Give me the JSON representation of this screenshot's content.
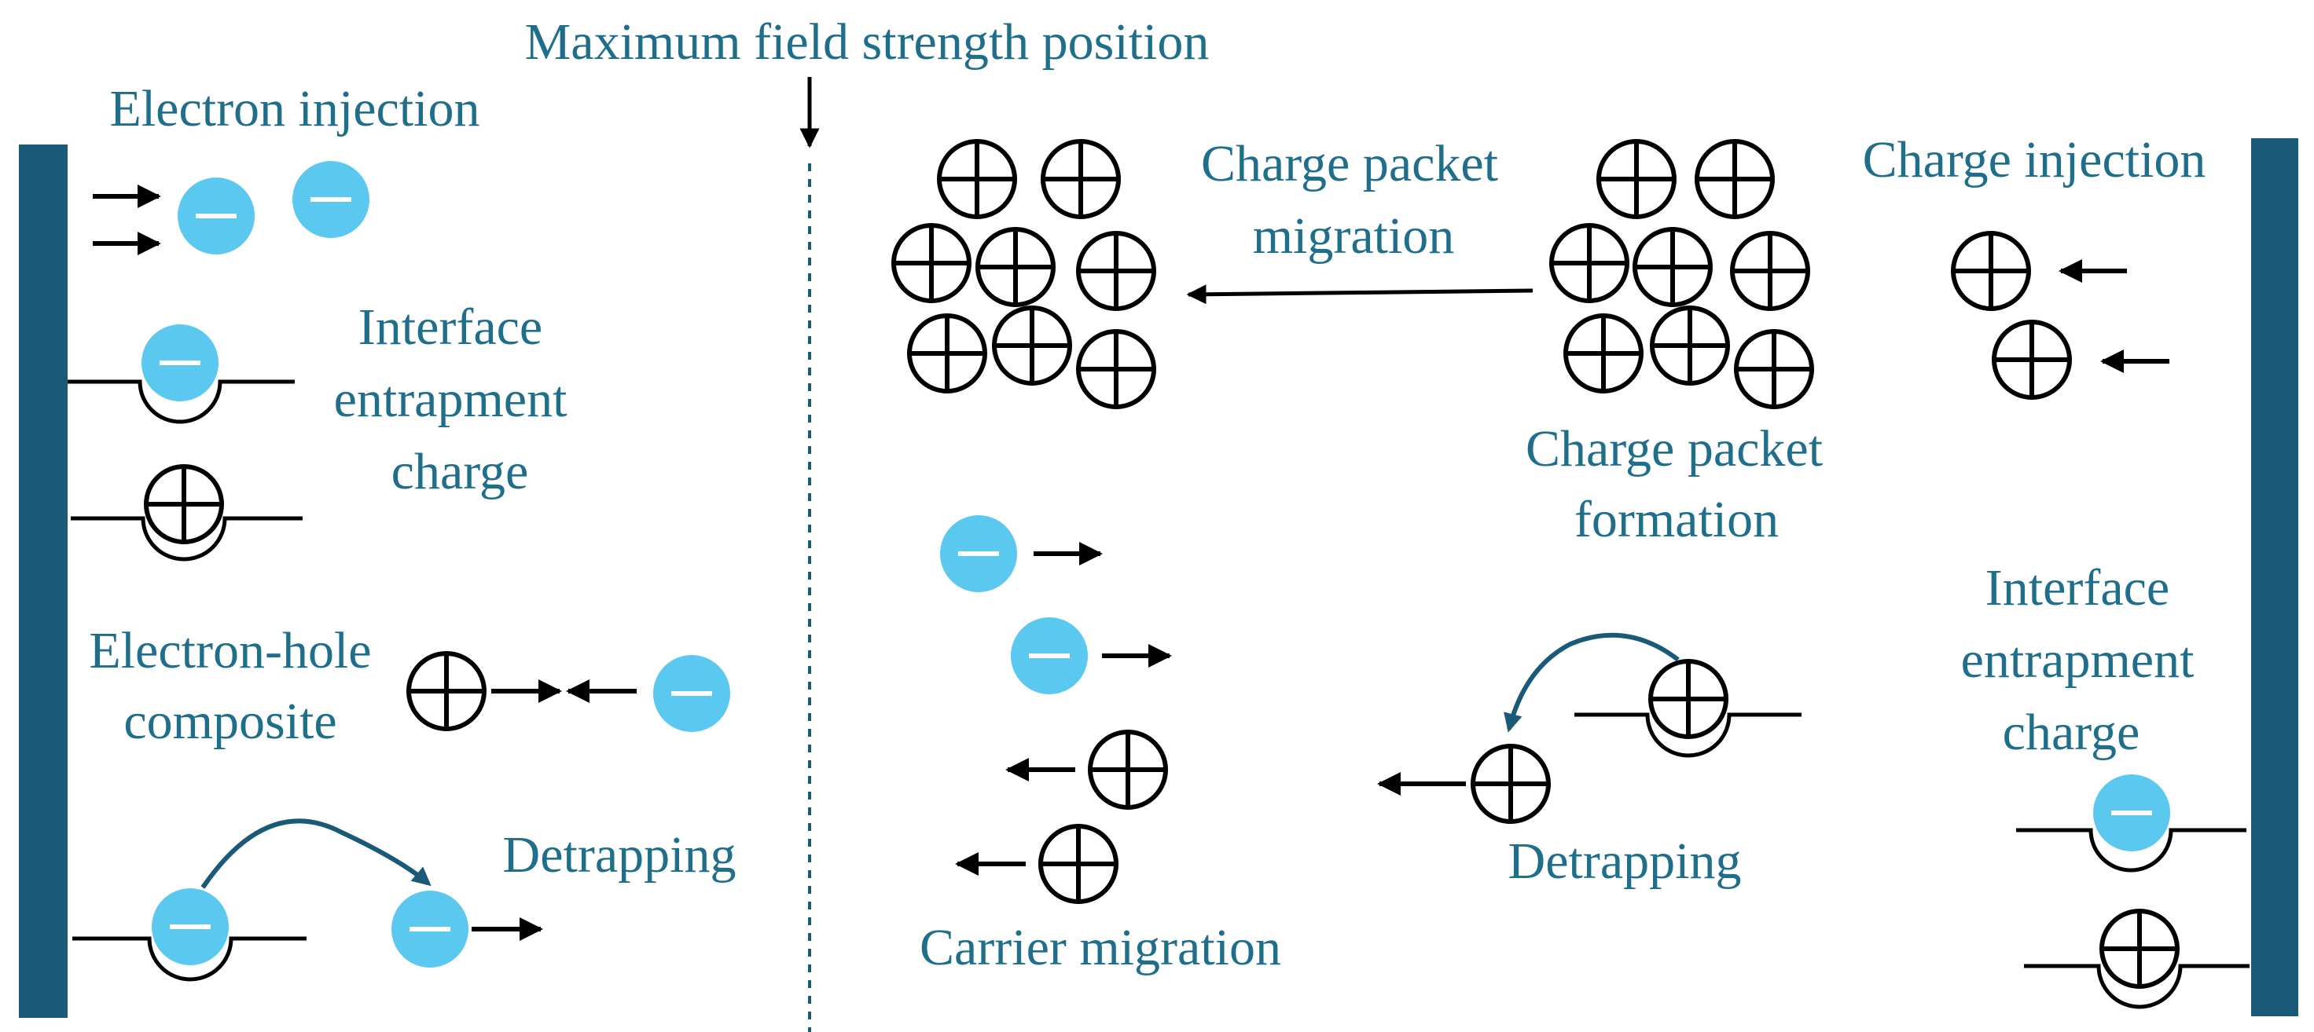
{
  "labels": {
    "max_field": "Maximum field strength position",
    "electron_injection": "Electron injection",
    "interface_left_1": "Interface",
    "interface_left_2": "entrapment",
    "interface_left_3": "charge",
    "eh_1": "Electron-hole",
    "eh_2": "composite",
    "detrapping_left": "Detrapping",
    "cp_migration_1": "Charge packet",
    "cp_migration_2": "migration",
    "cp_formation_1": "Charge packet",
    "cp_formation_2": "formation",
    "charge_injection": "Charge injection",
    "carrier_migration": "Carrier migration",
    "detrapping_right": "Detrapping",
    "interface_right_1": "Interface",
    "interface_right_2": "entrapment",
    "interface_right_3": "charge"
  },
  "colors": {
    "electrode": "#1a5a78",
    "label": "#1f6e8c",
    "electron": "#5bc8f0",
    "arc": "#1a5a78",
    "line": "#000000"
  },
  "icons": {
    "electron": "minus-circle-icon",
    "hole": "plus-circle-icon"
  }
}
